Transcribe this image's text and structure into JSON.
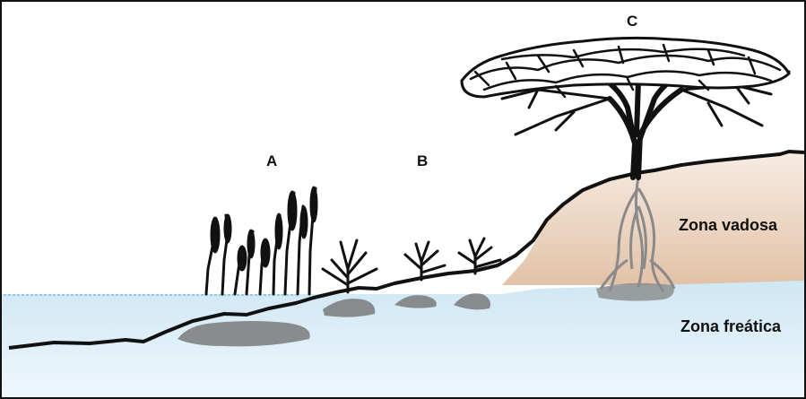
{
  "labels": {
    "plant_a": "A",
    "plant_b": "B",
    "plant_c": "C",
    "zone_vadose": "Zona vadosa",
    "zone_phreatic": "Zona freática"
  },
  "colors": {
    "vadose_top": "#f7ece3",
    "vadose_bottom": "#e2c2a8",
    "water_top": "#cfe7f4",
    "water_bottom": "#eaf5fb",
    "ink": "#111111",
    "root_gray": "#8a8a8a",
    "water_table_line": "#5aa9b5"
  },
  "icons": {
    "plant_a": "reed-cluster-icon",
    "plant_b": "small-shrub-icon",
    "plant_c": "acacia-tree-icon"
  }
}
